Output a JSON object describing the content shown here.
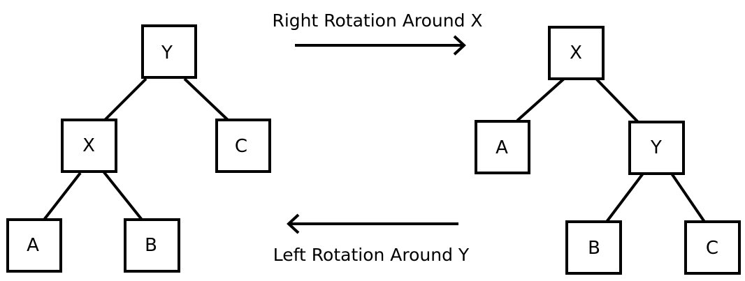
{
  "captions": {
    "right_rotation": "Right Rotation Around X",
    "left_rotation": "Left Rotation Around Y"
  },
  "left_tree": {
    "nodes": {
      "root": "Y",
      "left_child": "X",
      "right_child": "C",
      "left_left": "A",
      "left_right": "B"
    }
  },
  "right_tree": {
    "nodes": {
      "root": "X",
      "left_child": "A",
      "right_child": "Y",
      "right_left": "B",
      "right_right": "C"
    }
  },
  "colors": {
    "stroke": "#000000",
    "background": "#ffffff"
  }
}
